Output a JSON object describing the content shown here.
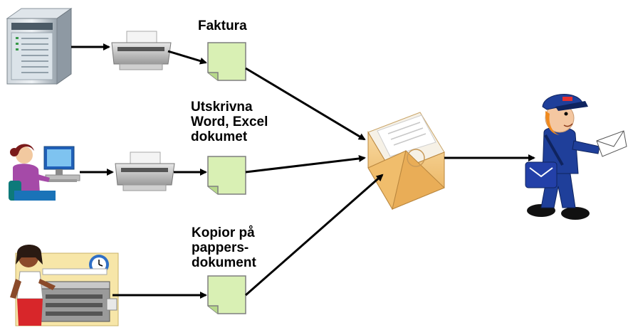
{
  "labels": {
    "invoice": "Faktura",
    "printed_docs": "Utskrivna\nWord, Excel\ndokumet",
    "paper_copies": "Kopior på\npappers-\ndokument"
  },
  "colors": {
    "document_fill": "#d9f0b4",
    "document_stroke": "#7f7f7f",
    "envelope": "#f2c27a",
    "postman_uniform": "#1f3f9a",
    "arrow": "#000000"
  },
  "icons": [
    "server-icon",
    "printer-icon",
    "computer-user-icon",
    "copier-user-icon",
    "document-icon",
    "envelope-icon",
    "postman-icon"
  ]
}
